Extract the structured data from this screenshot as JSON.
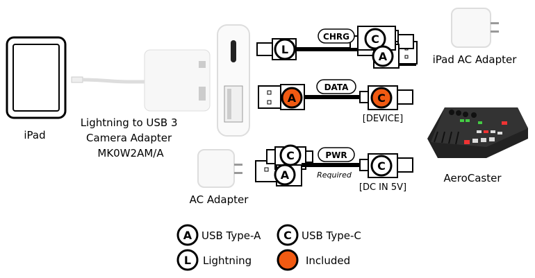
{
  "labels": {
    "ipad": "iPad",
    "adapter_line1": "Lightning to USB 3",
    "adapter_line2": "Camera Adapter",
    "adapter_line3": "MK0W2AM/A",
    "ipad_ac_adapter": "iPad AC Adapter",
    "ac_adapter": "AC Adapter",
    "aerocaster": "AeroCaster"
  },
  "cables": {
    "chrg": {
      "tag": "CHRG",
      "left": "L",
      "right_top": "C",
      "right_bottom": "A"
    },
    "data": {
      "tag": "DATA",
      "left": "A",
      "right": "C",
      "right_label": "[DEVICE]"
    },
    "pwr": {
      "tag": "PWR",
      "note": "Required",
      "left_top": "C",
      "left_bottom": "A",
      "right": "C",
      "right_label": "[DC IN 5V]"
    }
  },
  "legend": [
    {
      "symbol": "A",
      "label": "USB Type-A"
    },
    {
      "symbol": "C",
      "label": "USB Type-C"
    },
    {
      "symbol": "L",
      "label": "Lightning"
    },
    {
      "symbol": "",
      "label": "Included"
    }
  ],
  "colors": {
    "included": "#f15a12",
    "cable": "#000000"
  }
}
